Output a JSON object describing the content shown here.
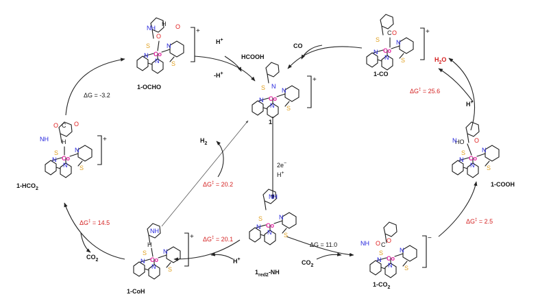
{
  "complexes": {
    "c1": {
      "label": "1",
      "charge": "+"
    },
    "c1co": {
      "label": "1-CO",
      "charge": "+"
    },
    "c1cooh": {
      "label": "1-COOH",
      "charge": ""
    },
    "c1co2": {
      "label": "1-CO",
      "label_sub": "2",
      "charge": "−"
    },
    "c1red": {
      "label": "1",
      "label_sub": "red2",
      "label_tail": "-NH",
      "charge": ""
    },
    "c1coh": {
      "label": "1-CoH",
      "charge": "+"
    },
    "c1hco2": {
      "label": "1-HCO",
      "label_sub": "2",
      "charge": "+"
    },
    "c1ocho": {
      "label": "1-OCHO",
      "charge": "+"
    }
  },
  "species": {
    "co_released": "CO",
    "h2o": "H",
    "h2o_sub": "2",
    "h2o_tail": "O",
    "hcooh": "HCOOH",
    "h_plus_top": "H",
    "minus_h_plus": "-H",
    "h_plus_right": "H",
    "h2": "H",
    "h2_sub": "2",
    "reduction_e": "2e",
    "reduction_h": "H",
    "h_plus_bottom": "H",
    "co2_left": "CO",
    "co2_left_sub": "2",
    "co2_bottom": "CO",
    "co2_bottom_sub": "2",
    "plus_sup": "+",
    "minus_sup": "−"
  },
  "energies": {
    "dg_ocho": {
      "prefix": "ΔG",
      "value": " = -3.2"
    },
    "dg_co": {
      "prefix": "ΔG",
      "sup": "‡",
      "value": " = 25.6"
    },
    "dg_h2": {
      "prefix": "ΔG",
      "sup": "‡",
      "value": " = 20.2"
    },
    "dg_hco2": {
      "prefix": "ΔG",
      "sup": "‡",
      "value": " = 14.5"
    },
    "dg_red": {
      "prefix": "ΔG",
      "sup": "‡",
      "value": " = 20.1"
    },
    "dg_co2": {
      "prefix": "ΔG",
      "value": " = 11.0"
    },
    "dg_cooh": {
      "prefix": "ΔG",
      "sup": "‡",
      "value": " = 2.5"
    }
  },
  "atoms": {
    "co": "Co",
    "n": "N",
    "s": "S",
    "nh": "NH",
    "h": "H",
    "o": "O",
    "c": "C"
  },
  "colors": {
    "cobalt": "#e0209f",
    "nitrogen": "#2222dd",
    "sulfur": "#e0a020",
    "oxygen": "#e02020",
    "energy_red": "#d42020"
  }
}
